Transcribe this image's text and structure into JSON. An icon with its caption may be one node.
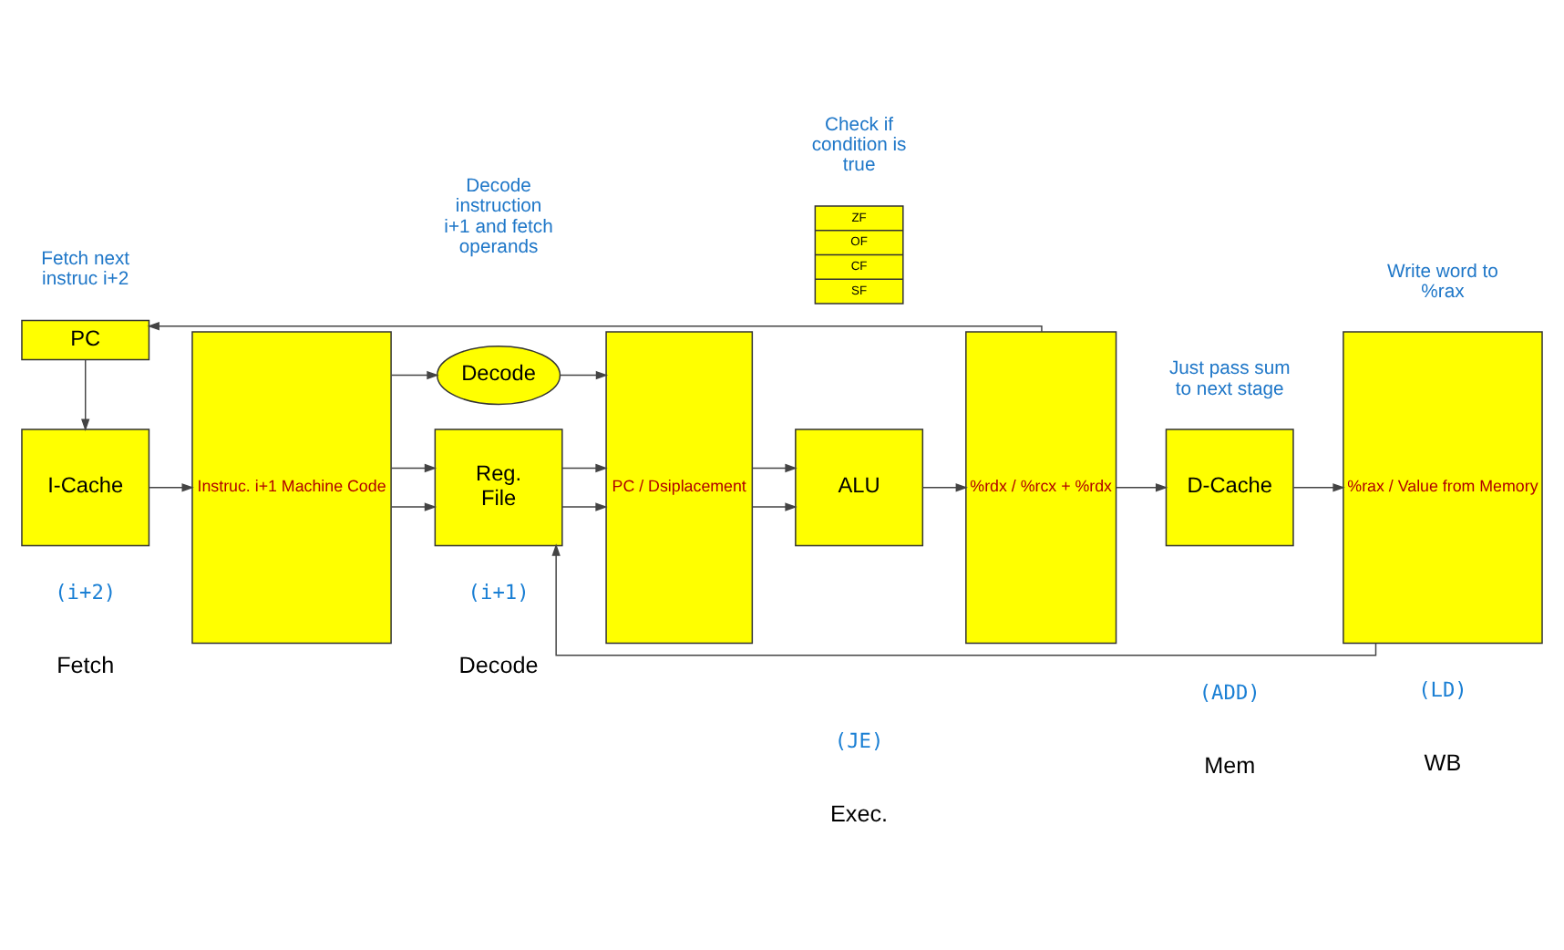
{
  "diagram": {
    "nodes": [
      {
        "text": [
          "PC"
        ]
      },
      {
        "text": [
          "I-Cache"
        ]
      },
      {
        "text": [
          "Instruc. i+1 Machine Code"
        ]
      },
      {
        "text": [
          "Decode"
        ]
      },
      {
        "text": [
          "Reg. File"
        ]
      },
      {
        "text": [
          "PC / Dsiplacement"
        ]
      },
      {
        "text": [
          "ZF",
          "OF",
          "CF",
          "SF"
        ]
      },
      {
        "text": [
          "ALU"
        ]
      },
      {
        "text": [
          "%rdx / %rcx + %rdx"
        ]
      },
      {
        "text": [
          "D-Cache"
        ]
      },
      {
        "text": [
          "%rax / Value from Memory"
        ]
      }
    ],
    "edges": [
      {
        "from": 8,
        "to": 0,
        "arrow": "to"
      },
      {
        "from": 0,
        "to": 1,
        "arrow": "to"
      },
      {
        "from": 1,
        "to": 2,
        "arrow": "to"
      },
      {
        "from": 2,
        "to": 3,
        "arrow": "to"
      },
      {
        "from": 2,
        "to": 4,
        "arrow": "to"
      },
      {
        "from": 2,
        "to": 4,
        "arrow": "to"
      },
      {
        "from": 3,
        "to": 5,
        "arrow": "to"
      },
      {
        "from": 4,
        "to": 5,
        "arrow": "to"
      },
      {
        "from": 4,
        "to": 5,
        "arrow": "to"
      },
      {
        "from": 5,
        "to": 7,
        "arrow": "to"
      },
      {
        "from": 5,
        "to": 7,
        "arrow": "to"
      },
      {
        "from": 7,
        "to": 8,
        "arrow": "to"
      },
      {
        "from": 8,
        "to": 9,
        "arrow": "to"
      },
      {
        "from": 9,
        "to": 10,
        "arrow": "to"
      },
      {
        "from": 10,
        "to": 4,
        "arrow": "to"
      }
    ],
    "labels": [
      "Fetch",
      "(i+2)",
      "Decode",
      "(i+1)",
      "Exec.",
      "(JE)",
      "Mem",
      "(ADD)",
      "WB",
      "(LD)",
      "Fetch next instruc i+2",
      "Decode instruction i+1 and fetch operands",
      "Check if condition is true",
      "Just pass sum to next stage",
      "Write word to %rax"
    ]
  }
}
